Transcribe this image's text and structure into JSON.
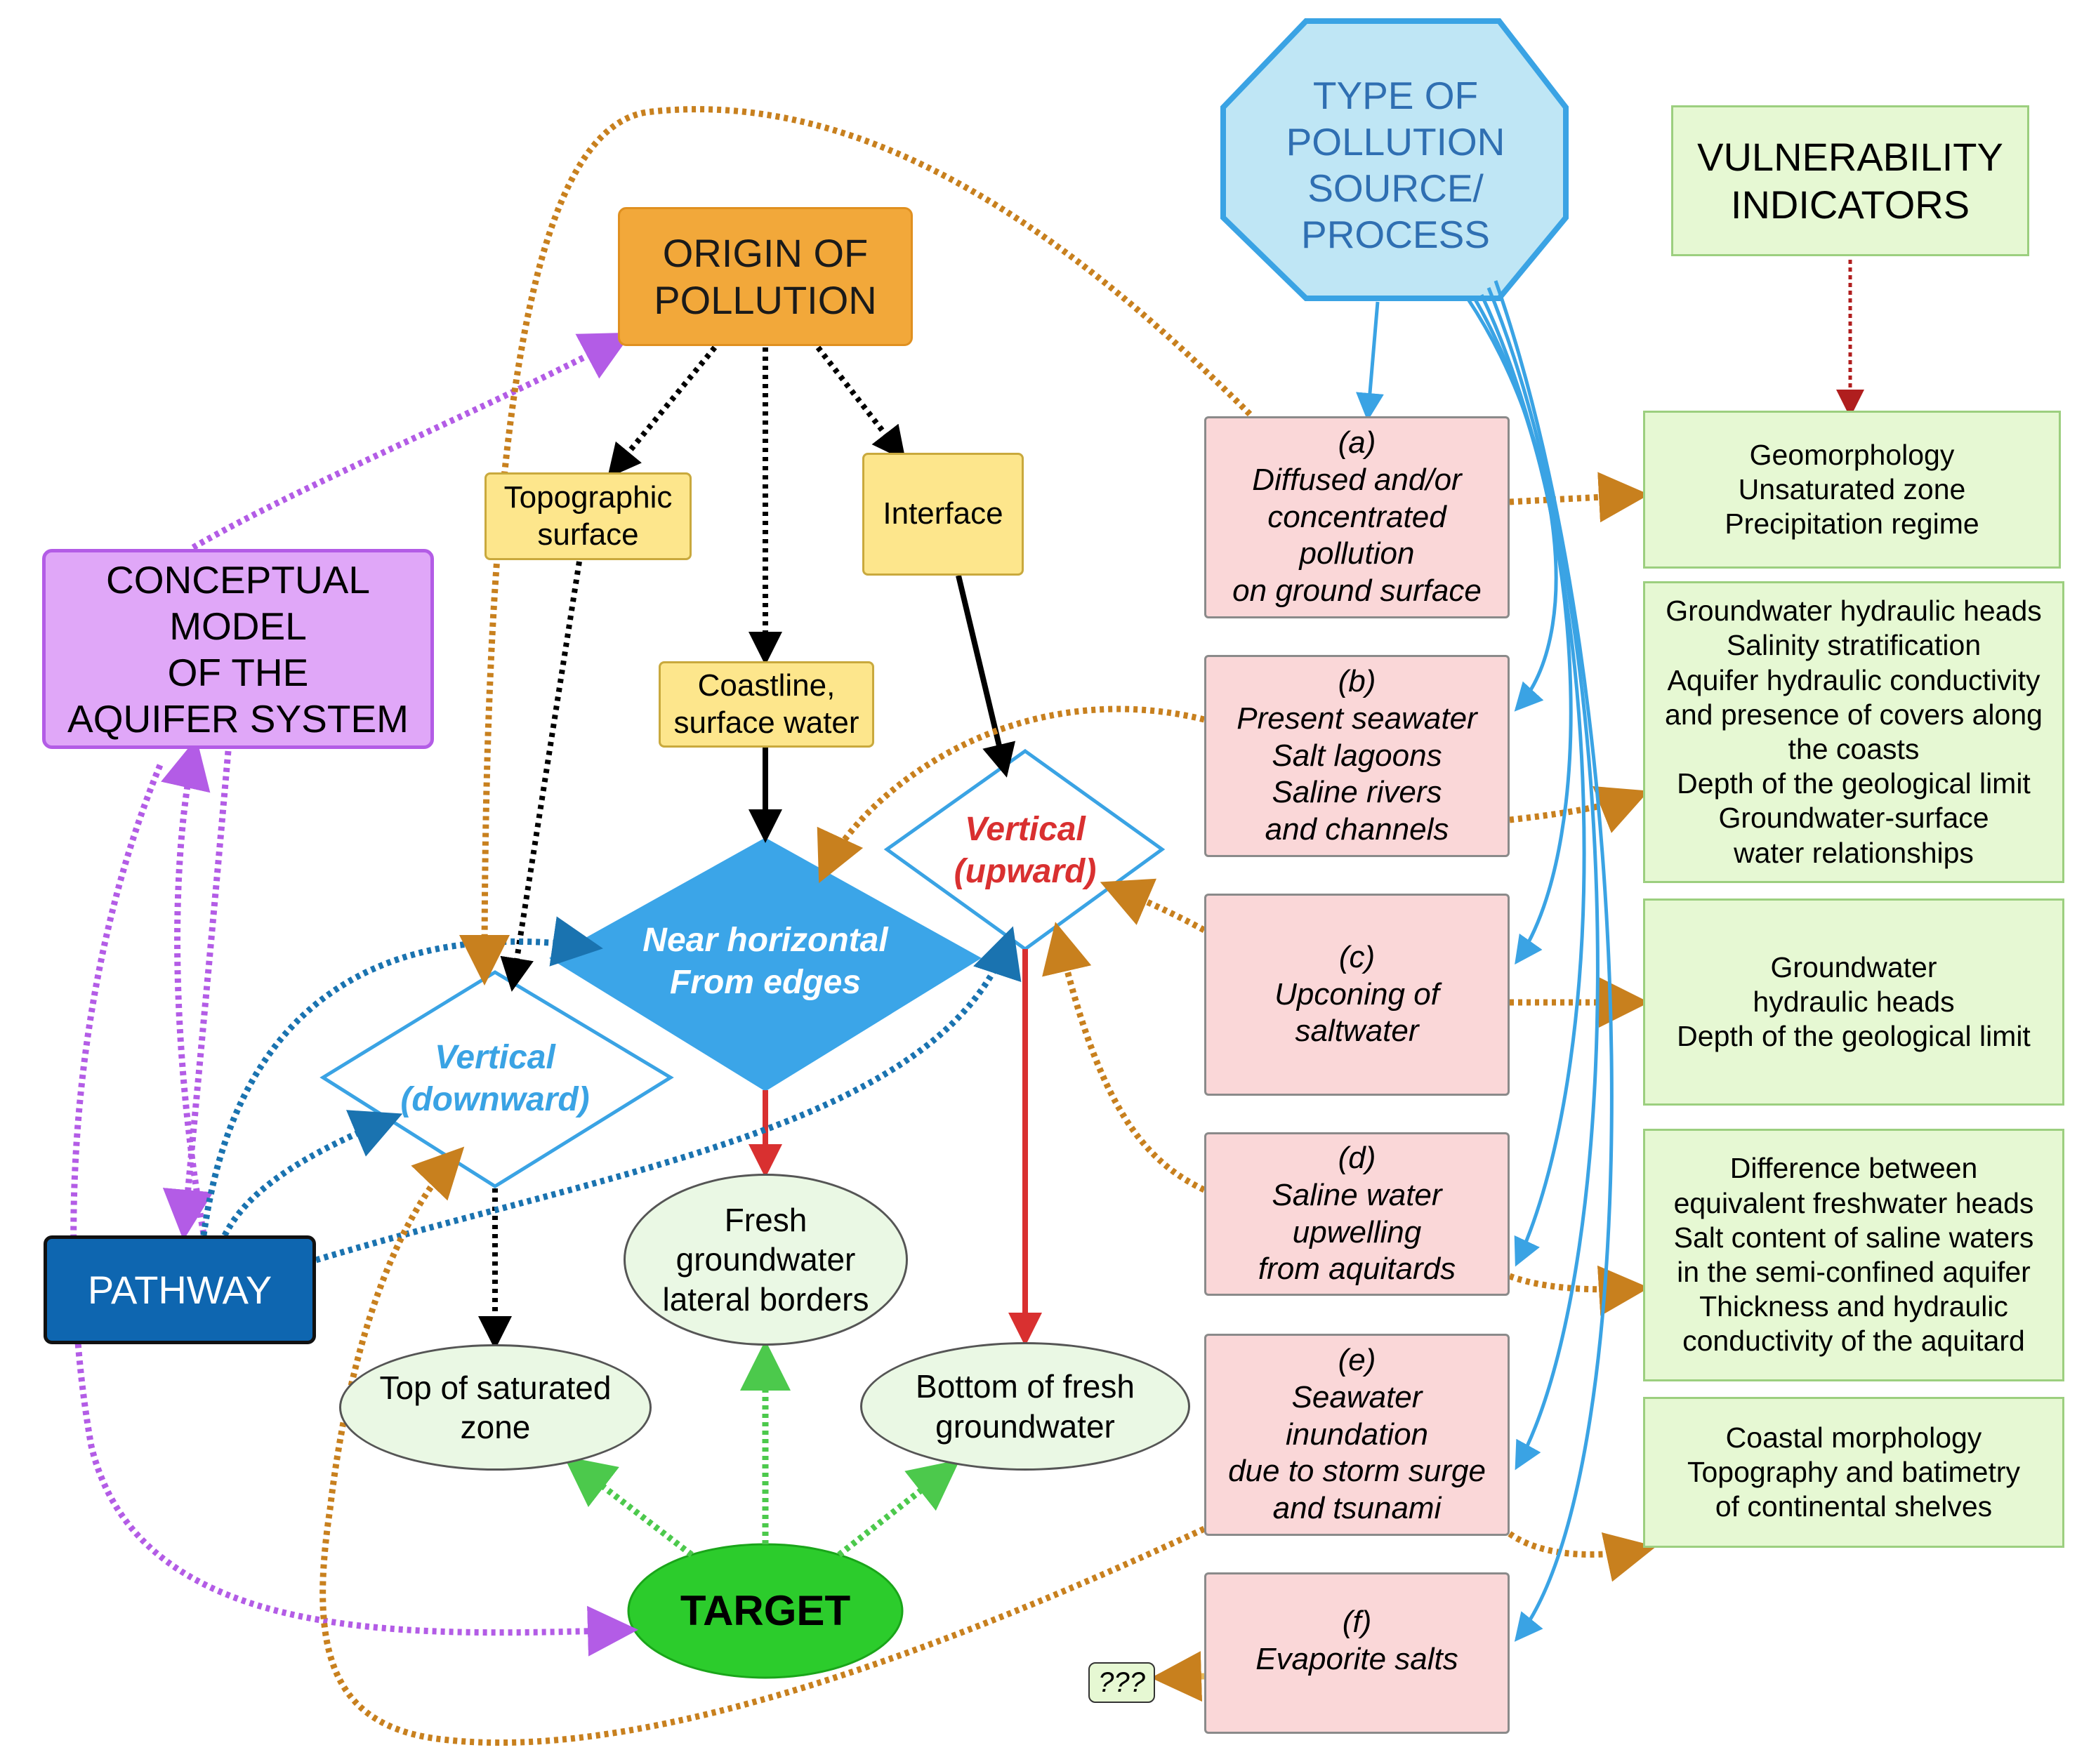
{
  "colors": {
    "orange_box": "#f2a83a",
    "blue_octagon": "#bfe6f5",
    "purple_box": "#e0a7f8",
    "pathway_box": "#0e66b0",
    "target": "#2ccc2c",
    "diamond_fill": "#3ba5e8",
    "orange_arrow": "#c8801e",
    "purple_arrow": "#b35ce6",
    "blue_arrow": "#3aa3e4",
    "teal_arrow": "#1a73b0",
    "red_arrow": "#d93030",
    "green_arrow": "#4cc94c",
    "darkred_arrow": "#b01e1e"
  },
  "origin": {
    "line1": "ORIGIN OF",
    "line2": "POLLUTION"
  },
  "type_source": {
    "line1": "TYPE OF",
    "line2": "POLLUTION",
    "line3": "SOURCE/",
    "line4": "PROCESS"
  },
  "vulnerability": {
    "line1": "VULNERABILITY",
    "line2": "INDICATORS"
  },
  "conceptual": {
    "line1": "CONCEPTUAL",
    "line2": "MODEL",
    "line3": "OF THE",
    "line4": "AQUIFER SYSTEM"
  },
  "pathway": {
    "label": "PATHWAY"
  },
  "target": {
    "label": "TARGET"
  },
  "topographic": {
    "line1": "Topographic",
    "line2": "surface"
  },
  "interface": {
    "label": "Interface"
  },
  "coastline": {
    "line1": "Coastline,",
    "line2": "surface water"
  },
  "near_horizontal": {
    "line1": "Near horizontal",
    "line2": "From edges"
  },
  "vertical_down": {
    "line1": "Vertical",
    "line2": "(downward)"
  },
  "vertical_up": {
    "line1": "Vertical",
    "line2": "(upward)"
  },
  "ellipses": {
    "fresh": {
      "line1": "Fresh",
      "line2": "groundwater",
      "line3": "lateral borders"
    },
    "top": {
      "line1": "Top of saturated",
      "line2": "zone"
    },
    "bottom": {
      "line1": "Bottom of fresh",
      "line2": "groundwater"
    }
  },
  "sources": {
    "a": {
      "tag": "(a)",
      "line1": "Diffused and/or",
      "line2": "concentrated",
      "line3": "pollution",
      "line4": "on ground surface"
    },
    "b": {
      "tag": "(b)",
      "line1": "Present seawater",
      "line2": "Salt lagoons",
      "line3": "Saline rivers",
      "line4": "and channels"
    },
    "c": {
      "tag": "(c)",
      "line1": "Upconing of",
      "line2": "saltwater"
    },
    "d": {
      "tag": "(d)",
      "line1": "Saline water",
      "line2": "upwelling",
      "line3": "from aquitards"
    },
    "e": {
      "tag": "(e)",
      "line1": "Seawater",
      "line2": "inundation",
      "line3": "due to storm surge",
      "line4": "and tsunami"
    },
    "f": {
      "tag": "(f)",
      "line1": "Evaporite salts"
    }
  },
  "unknown": {
    "label": "???"
  },
  "indicators": {
    "i1": {
      "line1": "Geomorphology",
      "line2": "Unsaturated zone",
      "line3": "Precipitation regime"
    },
    "i2": {
      "line1": "Groundwater hydraulic heads",
      "line2": "Salinity stratification",
      "line3": "Aquifer hydraulic conductivity",
      "line4": "and presence of covers along",
      "line5": "the coasts",
      "line6": "Depth of the geological limit",
      "line7": "Groundwater-surface",
      "line8": "water relationships"
    },
    "i3": {
      "line1": "Groundwater",
      "line2": "hydraulic heads",
      "line3": "Depth of the geological  limit"
    },
    "i4": {
      "line1": "Difference between",
      "line2": "equivalent freshwater heads",
      "line3": "Salt content of saline waters",
      "line4": "in the semi-confined aquifer",
      "line5": "Thickness and hydraulic",
      "line6": "conductivity of the  aquitard"
    },
    "i5": {
      "line1": "Coastal morphology",
      "line2": "Topography and batimetry",
      "line3": "of continental shelves"
    }
  }
}
